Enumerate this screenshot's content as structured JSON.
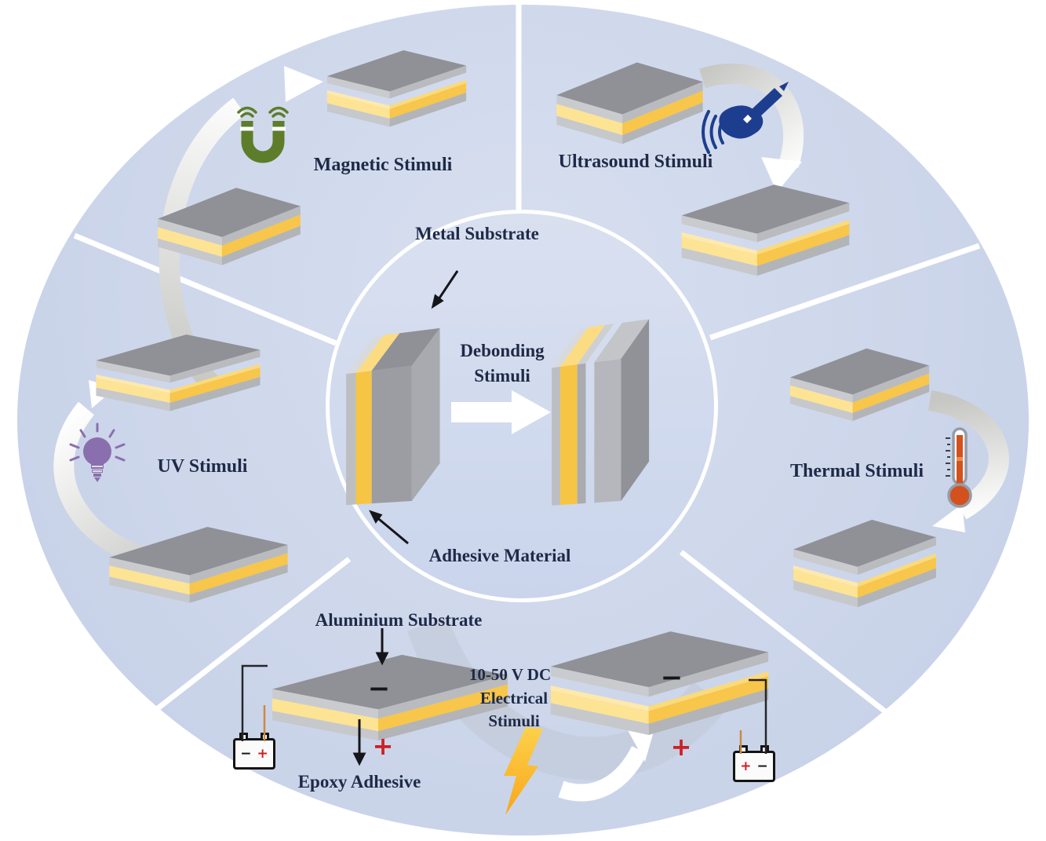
{
  "figure_type": "stimuli-responsive adhesive debonding scheme",
  "center": {
    "substrate_label": "Metal Substrate",
    "process_label": "Debonding Stimuli",
    "adhesive_label": "Adhesive Material"
  },
  "sections": {
    "magnetic": {
      "label": "Magnetic Stimuli"
    },
    "ultrasound": {
      "label": "Ultrasound Stimuli"
    },
    "uv": {
      "label": "UV Stimuli"
    },
    "thermal": {
      "label": "Thermal Stimuli"
    },
    "electrical": {
      "voltage": "10-50 V DC",
      "label": "Electrical Stimuli",
      "substrate_label": "Aluminium Substrate",
      "adhesive_label": "Epoxy Adhesive",
      "bonded_plate": {
        "negative": "−",
        "positive": "+"
      },
      "debonded_plate": {
        "negative": "−",
        "positive": "+"
      },
      "battery_left": {
        "negative": "−",
        "positive": "+"
      },
      "battery_right": {
        "positive": "+",
        "negative": "−"
      }
    }
  },
  "icons": {
    "magnet": "horseshoe-magnet",
    "ultrasound_probe": "ultrasound-transducer",
    "uv_bulb": "light-bulb",
    "thermometer": "thermometer",
    "lightning": "lightning-bolt",
    "battery": "battery"
  },
  "colors": {
    "ellipse_bg": "#cdd6ea",
    "plate_gray_top": "#8f9196",
    "plate_gray_light": "#b9bbbf",
    "adhesive_yellow": "#f7c64a",
    "adhesive_yellow_light": "#fde394",
    "text_navy": "#1e2a47",
    "magnet_green": "#5d7d2a",
    "bulb_purple": "#8a6fae",
    "thermometer_orange": "#d4511e",
    "probe_blue": "#1d3e8f",
    "lightning_yellow": "#fcb81e",
    "plus_red": "#cc2027",
    "arrow_gray": "#c6c7c3",
    "arrow_white": "#ffffff"
  }
}
